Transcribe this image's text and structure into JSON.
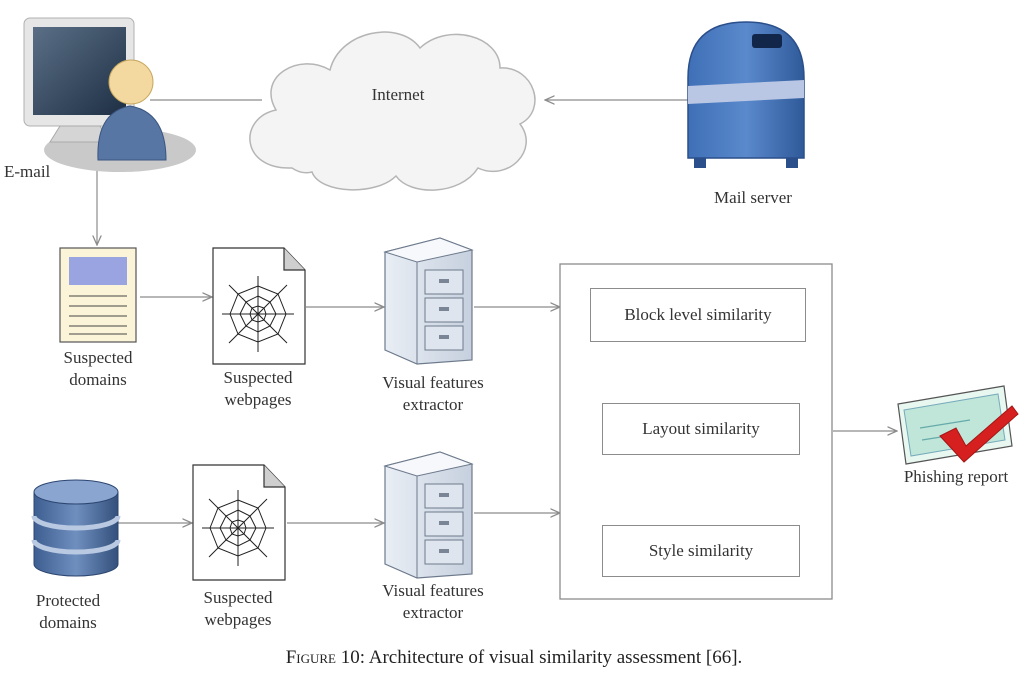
{
  "labels": {
    "email": "E-mail",
    "internet": "Internet",
    "mail_server": "Mail server",
    "suspected_domains_1": "Suspected",
    "suspected_domains_2": "domains",
    "suspected_webpages_1": "Suspected",
    "suspected_webpages_2": "webpages",
    "vfe_1": "Visual features",
    "vfe_2": "extractor",
    "protected_domains_1": "Protected",
    "protected_domains_2": "domains",
    "suspected_webpages_b1": "Suspected",
    "suspected_webpages_b2": "webpages",
    "vfe_b1": "Visual features",
    "vfe_b2": "extractor",
    "phishing_report": "Phishing report"
  },
  "similarity_boxes": {
    "block": "Block level similarity",
    "layout": "Layout similarity",
    "style": "Style similarity"
  },
  "caption": {
    "figure_label": "Figure 10:",
    "text": "Architecture of visual similarity assessment [66]."
  },
  "colors": {
    "arrow": "#8c8c8c",
    "mailbox": "#3f6fb6",
    "database": "#5d7fae",
    "checkmark": "#d62020",
    "report": "#bfe6d8"
  },
  "icons": [
    "computer-user-icon",
    "cloud-icon",
    "mailbox-icon",
    "document-icon",
    "web-icon",
    "file-cabinet-icon",
    "database-icon",
    "report-check-icon"
  ]
}
